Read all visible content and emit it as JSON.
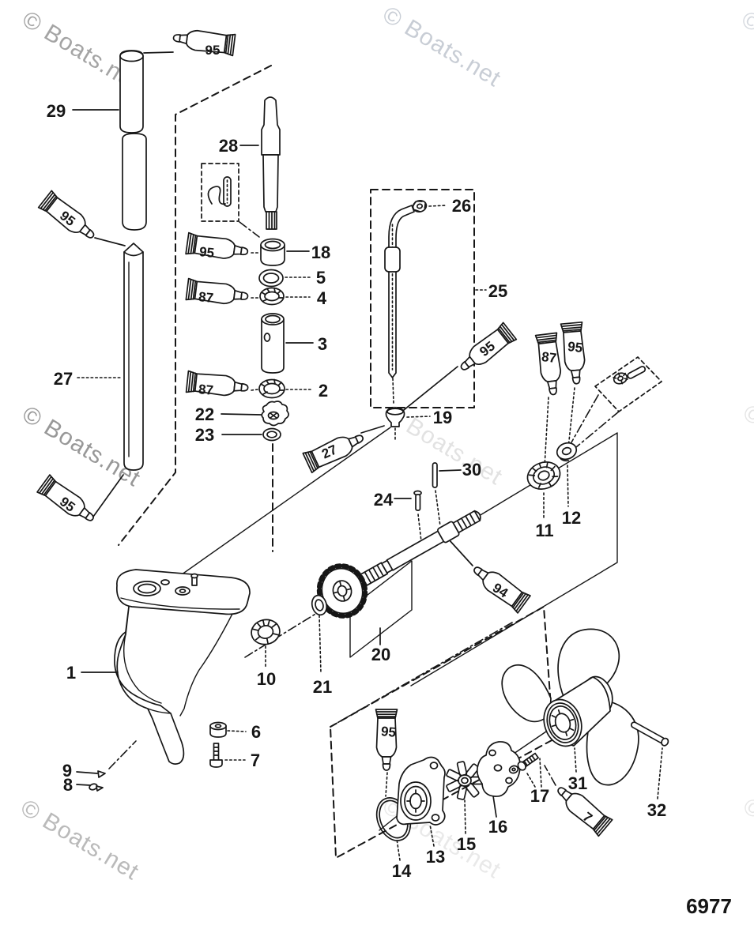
{
  "page": {
    "background": "#ffffff",
    "ink_color": "#161616",
    "watermark_color": "#9a9a9a"
  },
  "watermark": {
    "text": "© Boats.net"
  },
  "callouts": {
    "c1": "1",
    "c2": "2",
    "c3": "3",
    "c4": "4",
    "c5": "5",
    "c6": "6",
    "c7": "7",
    "c8": "8",
    "c9": "9",
    "c10": "10",
    "c11": "11",
    "c12": "12",
    "c13": "13",
    "c14": "14",
    "c15": "15",
    "c16": "16",
    "c17": "17",
    "c18": "18",
    "c19": "19",
    "c20": "20",
    "c21": "21",
    "c22": "22",
    "c23": "23",
    "c24": "24",
    "c25": "25",
    "c26": "26",
    "c27": "27",
    "c28": "28",
    "c29": "29",
    "c30": "30",
    "c31": "31",
    "c32": "32"
  },
  "tubes": {
    "t95a": "95",
    "t95b": "95",
    "t95c": "95",
    "t87a": "87",
    "t87b": "87",
    "t95d": "95",
    "t27": "27",
    "t95e": "95",
    "t87c": "87",
    "t95f": "95",
    "t94": "94",
    "t95g": "95",
    "t7": "7"
  },
  "footer": {
    "diagram_number": "6977"
  }
}
